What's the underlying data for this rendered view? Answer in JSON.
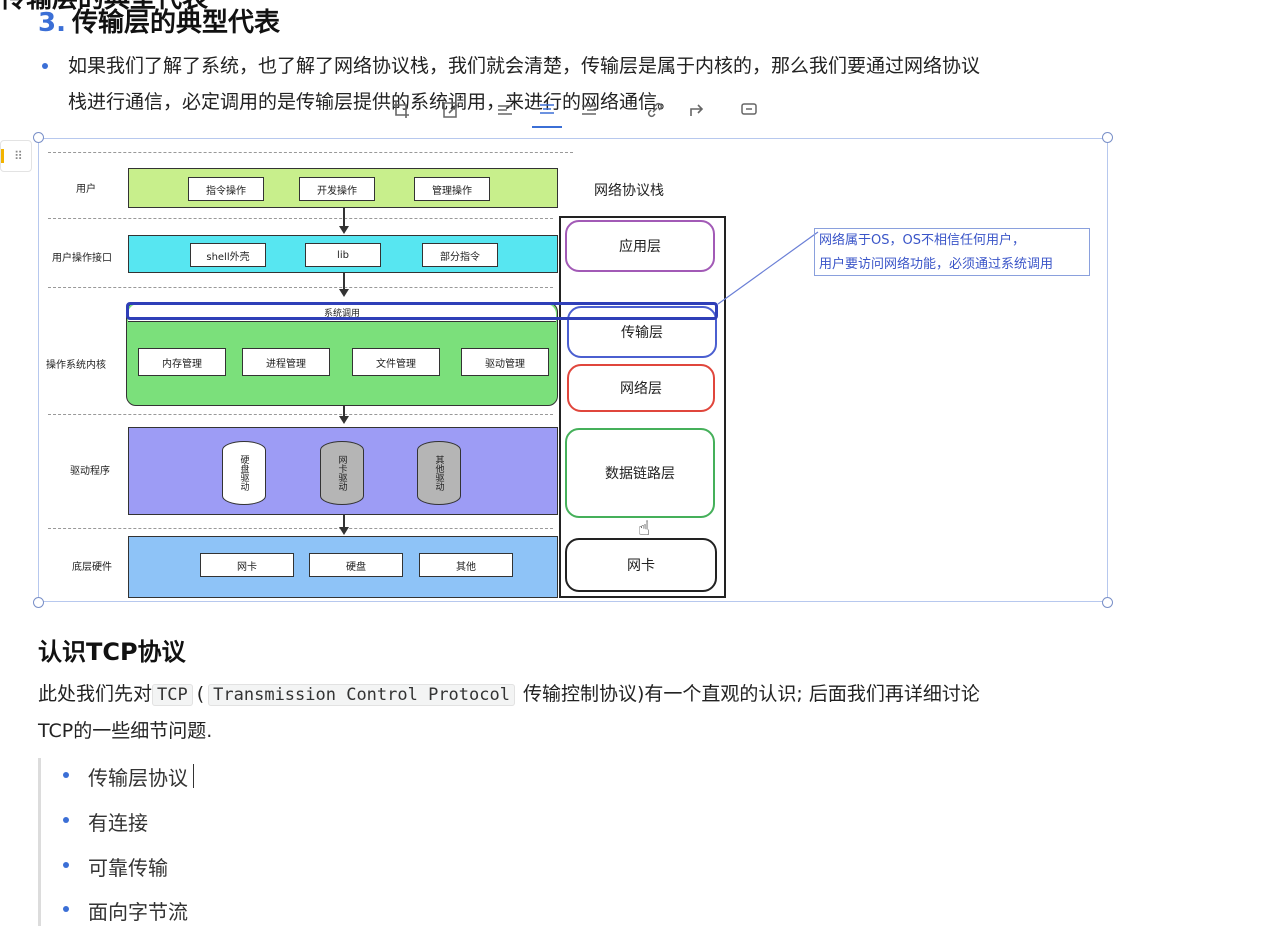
{
  "heading_top_cut": "传输层的典型代表",
  "section": {
    "number": "3.",
    "title": "传输层的典型代表",
    "bullet_line1": "如果我们了解了系统，也了解了网络协议栈，我们就会清楚，传输层是属于内核的，那么我们要通过网络协议",
    "bullet_line2": "栈进行通信，必定调用的是传输层提供的系统调用，来进行的网络通信。"
  },
  "toolbar": {
    "icons": [
      "crop-icon",
      "edit-icon",
      "align-left-icon",
      "align-center-icon",
      "align-right-icon",
      "link-icon",
      "redirect-icon",
      "comment-icon"
    ]
  },
  "diagram": {
    "rows": [
      {
        "label": "用户",
        "color": "#c8ef8c",
        "boxes": [
          "指令操作",
          "开发操作",
          "管理操作"
        ]
      },
      {
        "label": "用户操作接口",
        "color": "#57e6f1",
        "boxes": [
          "shell外壳",
          "lib",
          "部分指令"
        ]
      },
      {
        "label": "操作系统内核",
        "color": "#7be07b",
        "syscall": "系统调用",
        "boxes": [
          "内存管理",
          "进程管理",
          "文件管理",
          "驱动管理"
        ]
      },
      {
        "label": "驱动程序",
        "color": "#9d9cf5",
        "cylinders": [
          "硬盘驱动",
          "网卡驱动",
          "其他驱动"
        ]
      },
      {
        "label": "底层硬件",
        "color": "#8ec3f7",
        "boxes": [
          "网卡",
          "硬盘",
          "其他"
        ]
      }
    ],
    "stack_title": "网络协议栈",
    "stack_layers": [
      {
        "name": "应用层",
        "color": "#a25ab6"
      },
      {
        "name": "传输层",
        "color": "#4b5fd0"
      },
      {
        "name": "网络层",
        "color": "#e0463c"
      },
      {
        "name": "数据链路层",
        "color": "#45b05a"
      },
      {
        "name": "网卡",
        "color": "#222222"
      }
    ],
    "note_line1": "网络属于OS，OS不相信任何用户，",
    "note_line2": "用户要访问网络功能，必须通过系统调用"
  },
  "tcp": {
    "title": "认识TCP协议",
    "intro_before": "此处我们先对",
    "code1": "TCP",
    "paren_open": "(",
    "code2": "Transmission Control Protocol",
    "intro_after": "传输控制协议)有一个直观的认识; 后面我们再详细讨论",
    "intro_line2": "TCP的一些细节问题.",
    "items": [
      "传输层协议",
      "有连接",
      "可靠传输",
      "面向字节流"
    ]
  }
}
